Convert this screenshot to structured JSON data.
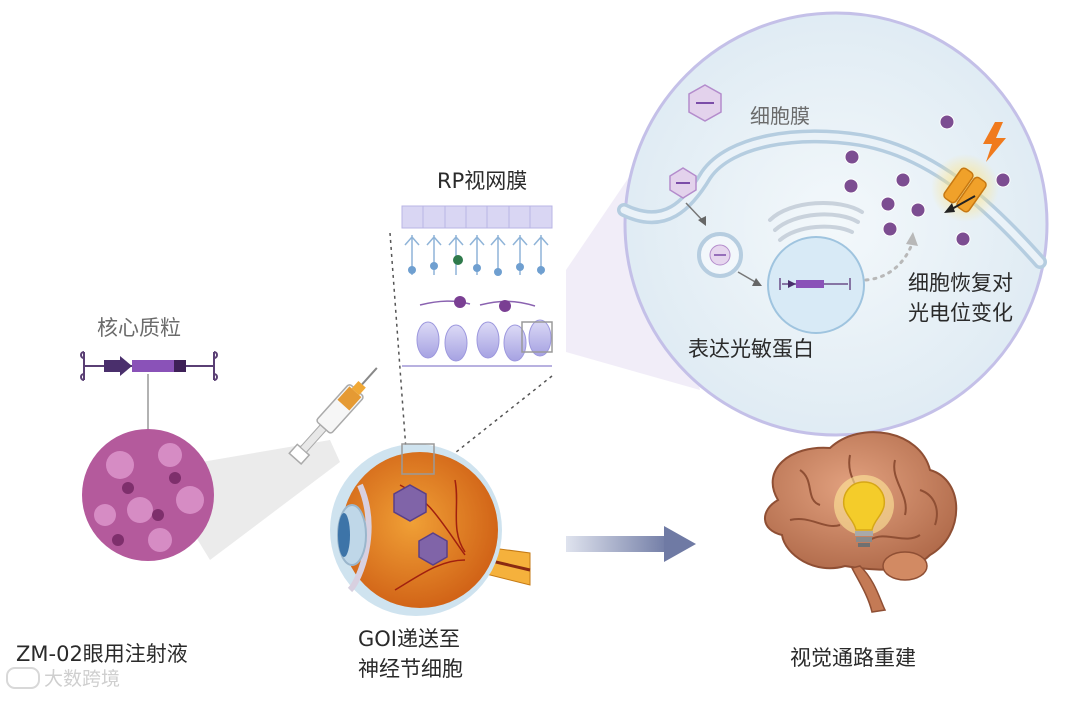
{
  "labels": {
    "plasmid": "核心质粒",
    "injection": "ZM-02眼用注射液",
    "delivery_line1": "GOI递送至",
    "delivery_line2": "神经节细胞",
    "retina": "RP视网膜",
    "membrane": "细胞膜",
    "express": "表达光敏蛋白",
    "restore_line1": "细胞恢复对",
    "restore_line2": "光电位变化",
    "vision": "视觉通路重建"
  },
  "watermark": "大数跨境",
  "colors": {
    "plasmid_purple": "#8a52b8",
    "aav_pink": "#b45a9c",
    "eye_orange": "#e07a1f",
    "retina_cell": "#a9a6e6",
    "zoom_bg": "#e9f2f8",
    "brain": "#c9805e",
    "bulb": "#f4cc2a",
    "arrow": "#7c87ad"
  }
}
